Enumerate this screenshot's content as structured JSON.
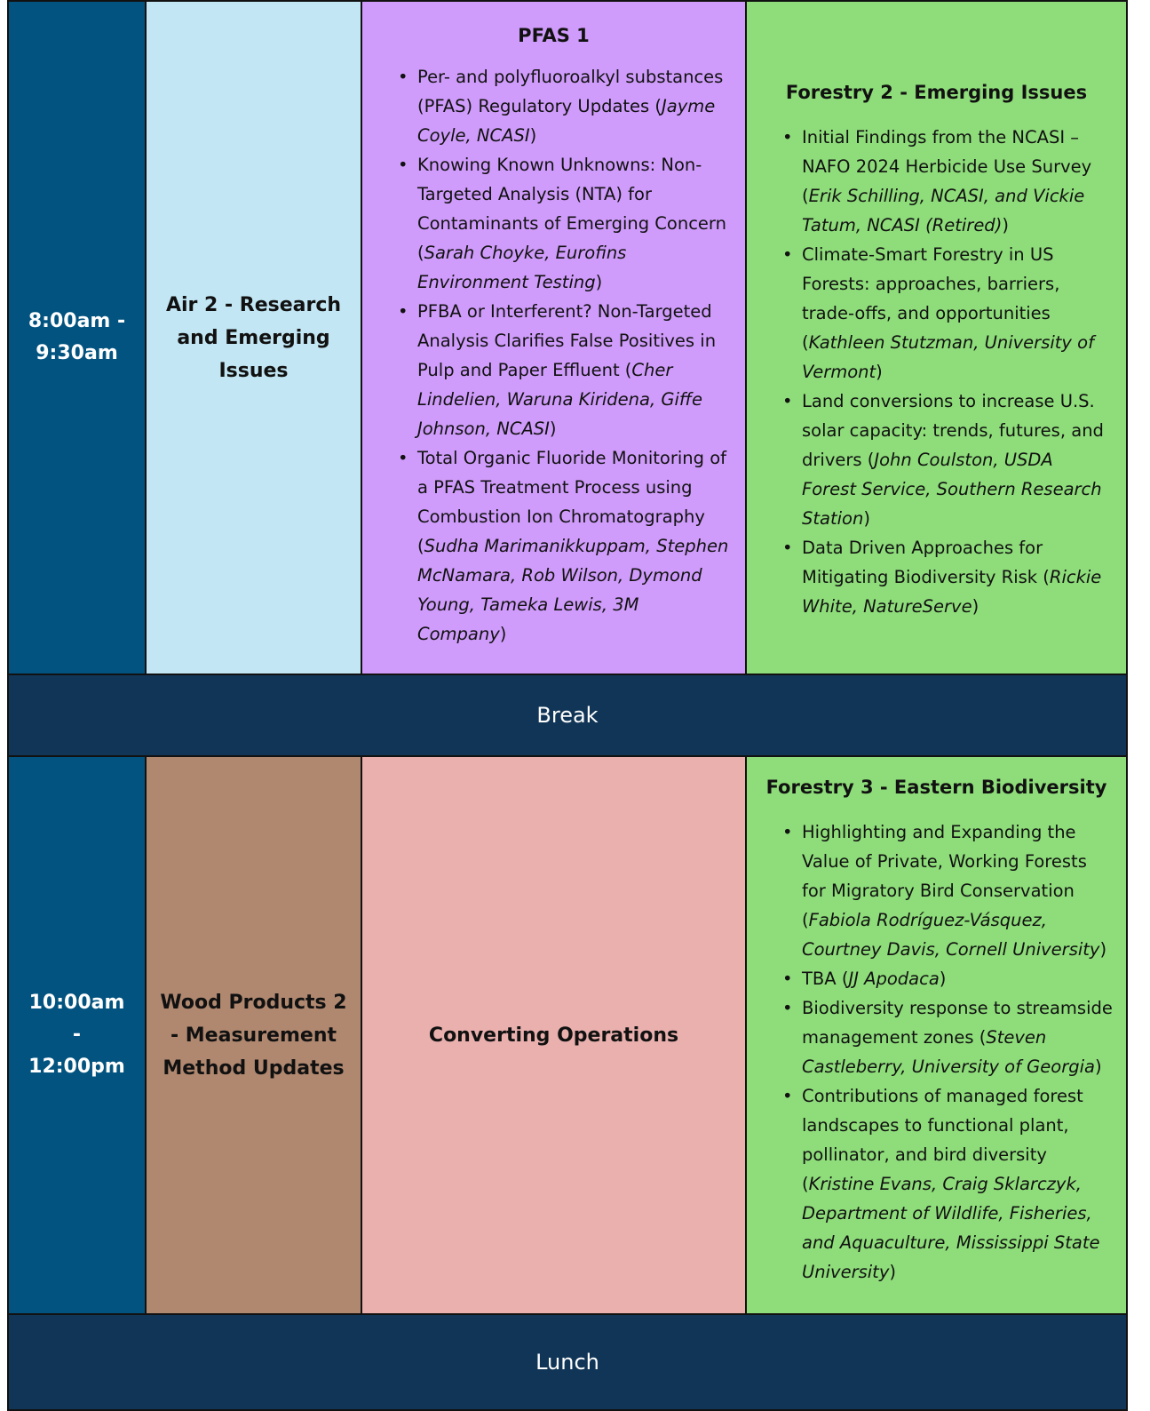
{
  "block1": {
    "time": "8:00am - 9:30am",
    "air_track": "Air 2 - Research and Emerging Issues",
    "pfas": {
      "title": "PFAS 1",
      "talks": [
        {
          "title": "Per- and polyfluoroalkyl substances (PFAS) Regulatory Updates (",
          "authors": "Jayme Coyle, NCASI",
          "close": ")"
        },
        {
          "title": "Knowing Known Unknowns: Non-Targeted Analysis (NTA) for Contaminants of Emerging Concern (",
          "authors": "Sarah Choyke, Eurofins Environment Testing",
          "close": ")"
        },
        {
          "title": "PFBA or Interferent? Non-Targeted Analysis Clarifies False Positives in Pulp and Paper Effluent (",
          "authors": "Cher Lindelien, Waruna Kiridena, Giffe Johnson, NCASI",
          "close": ")"
        },
        {
          "title": "Total Organic Fluoride Monitoring of a PFAS Treatment Process using Combustion Ion Chromatography (",
          "authors": "Sudha Marimanikkuppam, Stephen McNamara, Rob Wilson, Dymond Young, Tameka Lewis, 3M Company",
          "close": ")"
        }
      ]
    },
    "forestry": {
      "title": "Forestry 2 - Emerging Issues",
      "talks": [
        {
          "title": "Initial Findings from the NCASI – NAFO 2024 Herbicide Use Survey (",
          "authors": "Erik Schilling, NCASI, and Vickie Tatum, NCASI (Retired)",
          "close": ")"
        },
        {
          "title": "Climate-Smart Forestry in US Forests: approaches, barriers, trade-offs, and opportunities (",
          "authors": "Kathleen Stutzman, University of Vermont",
          "close": ")"
        },
        {
          "title": "Land conversions to increase U.S. solar capacity: trends, futures, and drivers (",
          "authors": "John Coulston, USDA Forest Service, Southern Research Station",
          "close": ")"
        },
        {
          "title": "Data Driven Approaches for Mitigating Biodiversity Risk (",
          "authors": "Rickie White, NatureServe",
          "close": ")"
        }
      ]
    }
  },
  "break_label": "Break",
  "block2": {
    "time": "10:00am - 12:00pm",
    "wood_track": "Wood Products 2 - Measurement Method Updates",
    "converting": "Converting Operations",
    "forestry": {
      "title": "Forestry 3 - Eastern Biodiversity",
      "talks": [
        {
          "title": "Highlighting and Expanding the Value of Private, Working Forests for Migratory Bird Conservation (",
          "authors": "Fabiola Rodríguez-Vásquez, Courtney Davis, Cornell University",
          "close": ")"
        },
        {
          "title": "TBA (",
          "authors": "JJ Apodaca",
          "close": ")"
        },
        {
          "title": "Biodiversity response to streamside management zones (",
          "authors": "Steven Castleberry, University of Georgia",
          "close": ")"
        },
        {
          "title": "Contributions of managed forest landscapes to functional plant, pollinator, and bird diversity (",
          "authors": "Kristine Evans, Craig Sklarczyk, Department of Wildlife, Fisheries, and Aquaculture, Mississippi State University",
          "close": ")"
        }
      ]
    }
  },
  "lunch_label": "Lunch"
}
